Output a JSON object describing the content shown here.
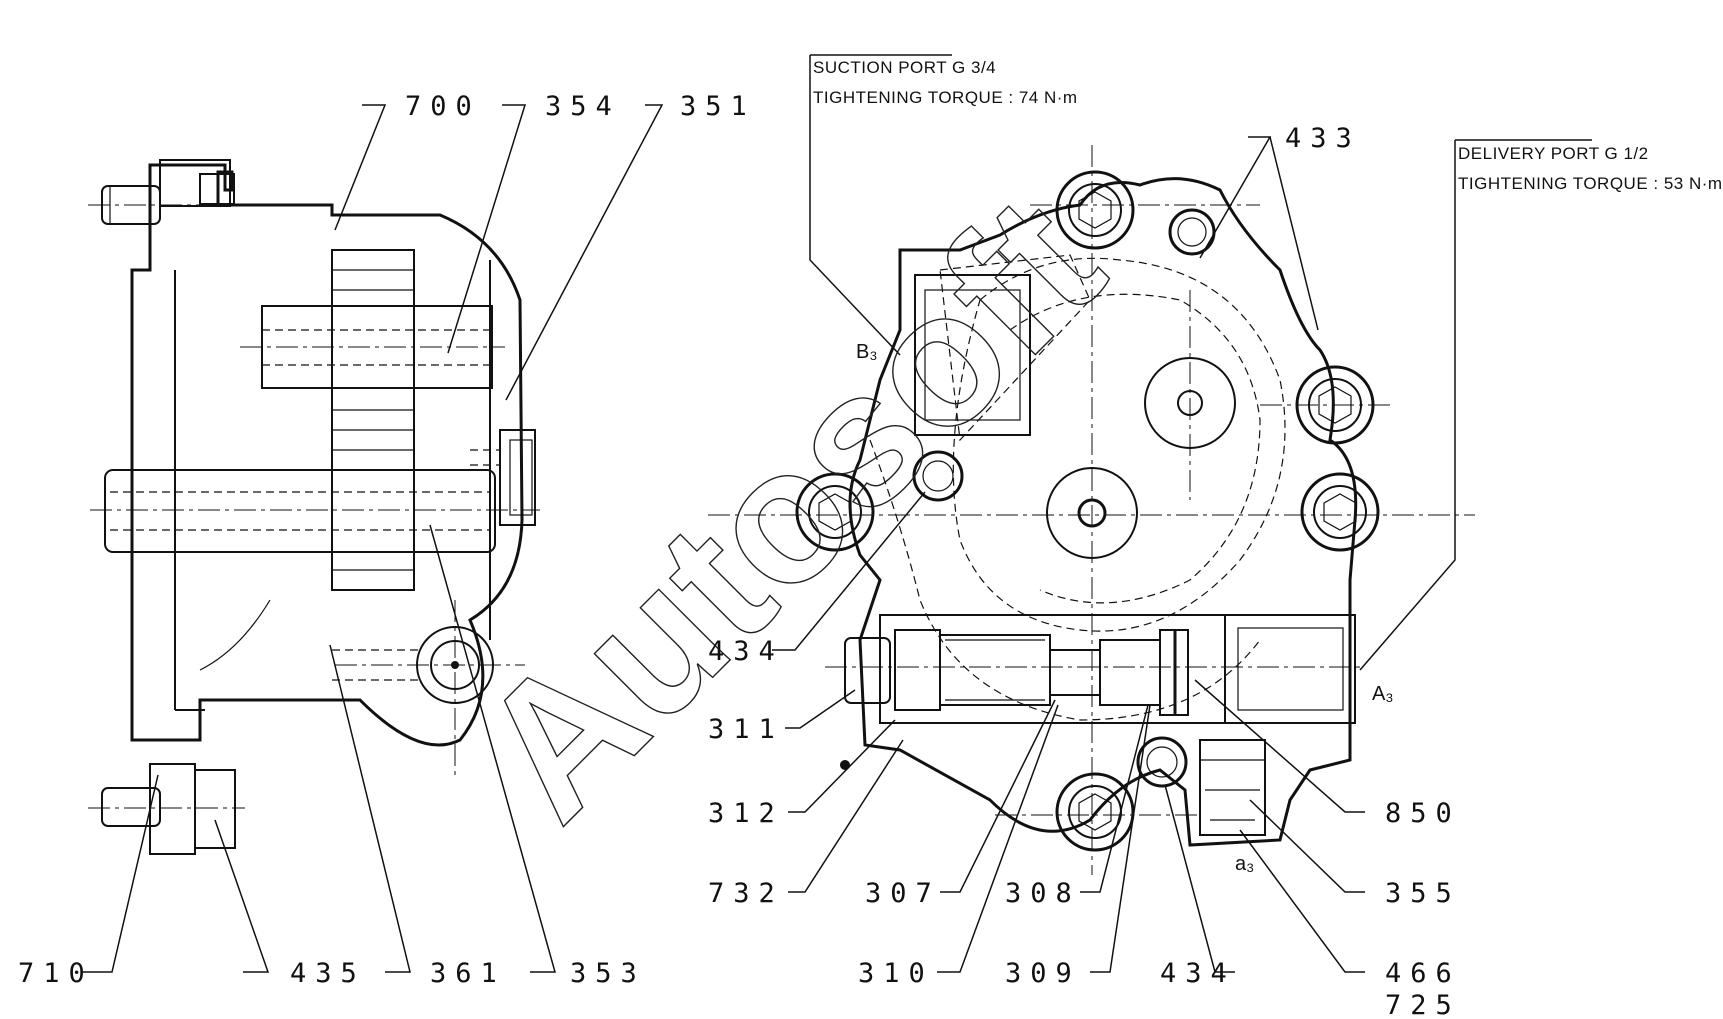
{
  "notes": {
    "suction_line1": "SUCTION PORT G 3/4",
    "suction_line2": "TIGHTENING TORQUE : 74 N·m",
    "delivery_line1": "DELIVERY PORT G 1/2",
    "delivery_line2": "TIGHTENING TORQUE : 53 N·m"
  },
  "ports": {
    "b3": "B₃",
    "a3": "A₃",
    "a3_lower": "a₃"
  },
  "watermark": "Autosoft",
  "left_view": {
    "l700": "700",
    "l354": "354",
    "l351": "351",
    "l710": "710",
    "l435": "435",
    "l361": "361",
    "l353": "353"
  },
  "right_view": {
    "l433": "433",
    "l434_upper": "434",
    "l311": "311",
    "l312": "312",
    "l732": "732",
    "l307": "307",
    "l308": "308",
    "l310": "310",
    "l309": "309",
    "l434_lower": "434",
    "l850": "850",
    "l355": "355",
    "l466": "466",
    "l725": "725"
  }
}
